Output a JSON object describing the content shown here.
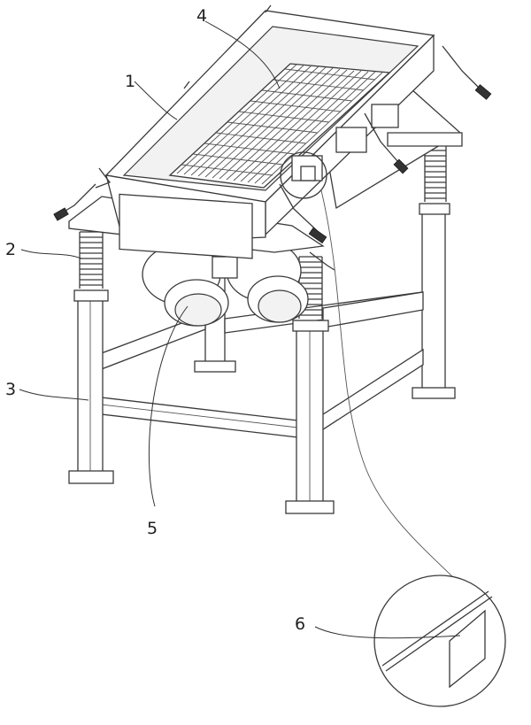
{
  "labels": {
    "l1": "1",
    "l2": "2",
    "l3": "3",
    "l4": "4",
    "l5": "5",
    "l6": "6"
  },
  "icons": [
    "screen-mesh-icon",
    "spring-icon",
    "vibration-motor-icon",
    "clamp-icon",
    "sensor-plate-icon"
  ]
}
